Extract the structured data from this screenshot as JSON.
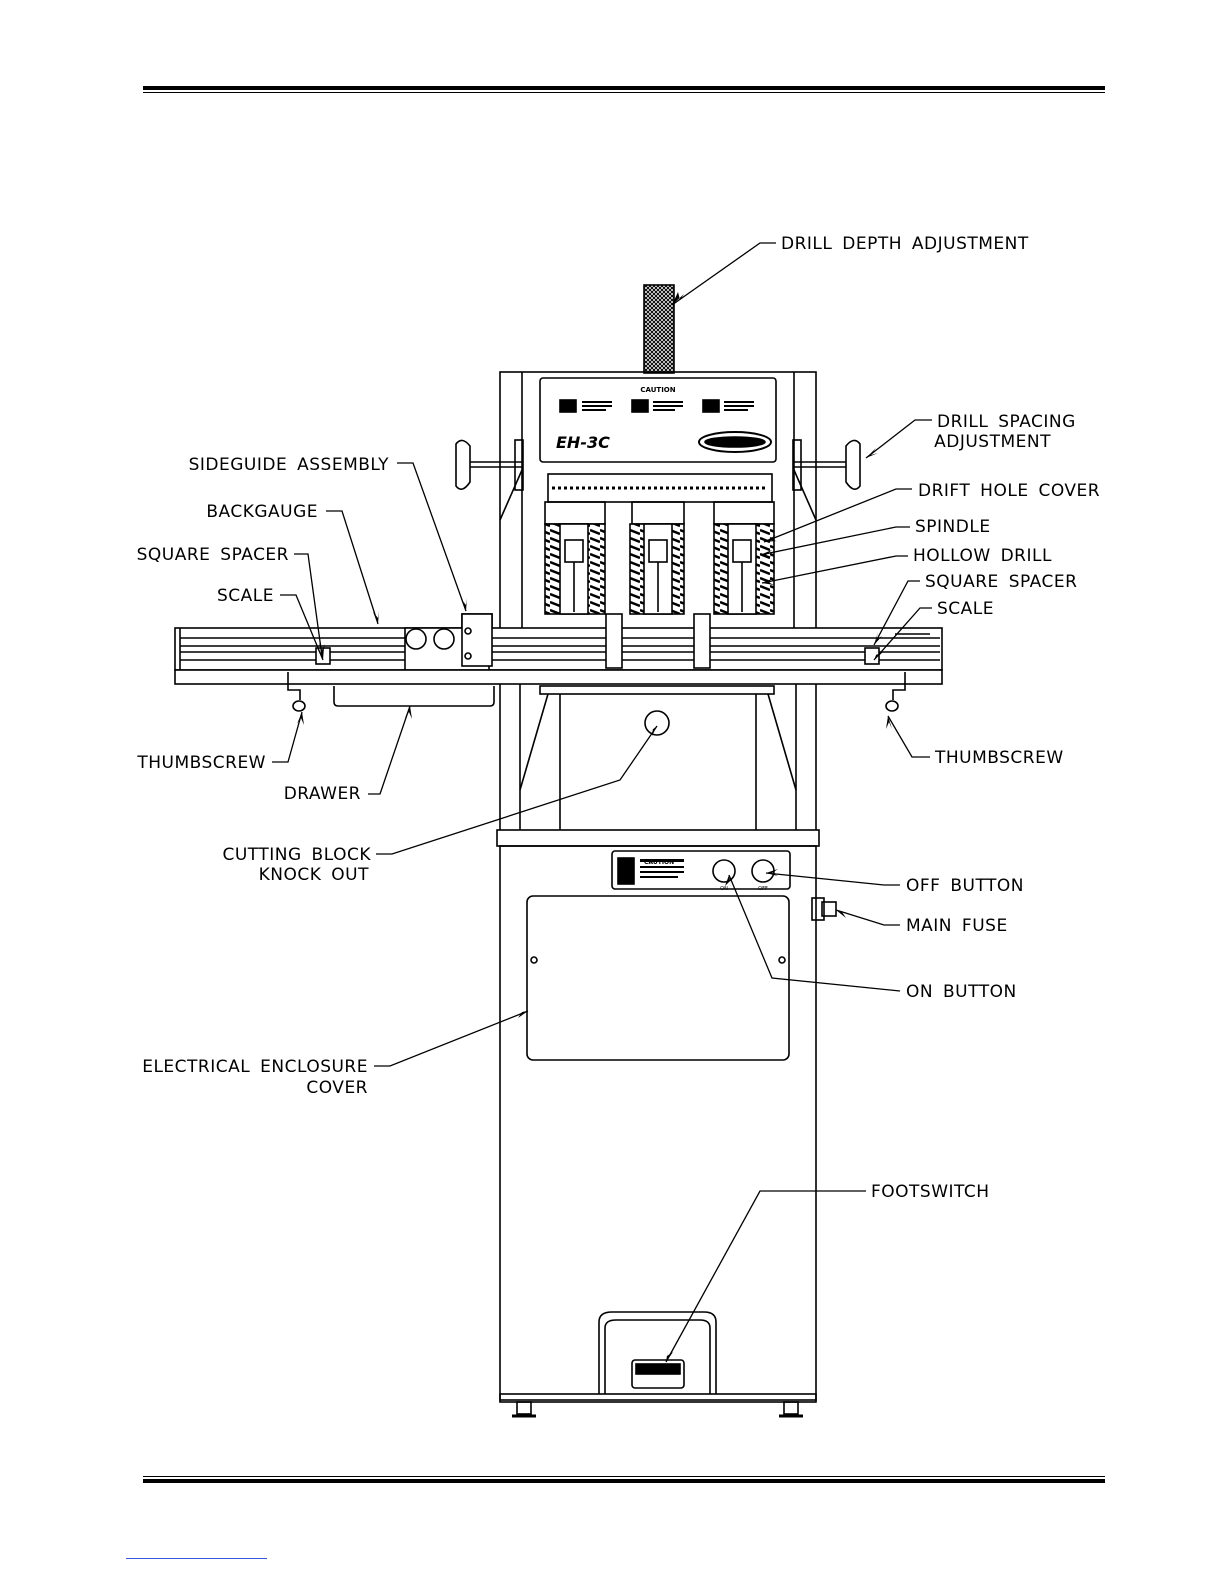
{
  "diagram": {
    "model_badge": "EH-3C",
    "panel_caution": "CAUTION",
    "control_caution": "CAUTION",
    "on_mark": "ON",
    "off_mark": "OFF",
    "labels": {
      "drill_depth_adjustment": "DRILL DEPTH ADJUSTMENT",
      "drill_spacing_adjustment_1": "DRILL SPACING",
      "drill_spacing_adjustment_2": "ADJUSTMENT",
      "drift_hole_cover": "DRIFT HOLE COVER",
      "spindle": "SPINDLE",
      "hollow_drill": "HOLLOW DRILL",
      "square_spacer_right": "SQUARE SPACER",
      "scale_right": "SCALE",
      "thumbscrew_right": "THUMBSCREW",
      "sideguide_assembly": "SIDEGUIDE ASSEMBLY",
      "backgauge": "BACKGAUGE",
      "square_spacer_left": "SQUARE SPACER",
      "scale_left": "SCALE",
      "thumbscrew_left": "THUMBSCREW",
      "drawer": "DRAWER",
      "cutting_block_1": "CUTTING BLOCK",
      "cutting_block_2": "KNOCK OUT",
      "off_button": "OFF BUTTON",
      "main_fuse": "MAIN FUSE",
      "on_button": "ON BUTTON",
      "electrical_enclosure_1": "ELECTRICAL ENCLOSURE",
      "electrical_enclosure_2": "COVER",
      "footswitch": "FOOTSWITCH"
    }
  }
}
